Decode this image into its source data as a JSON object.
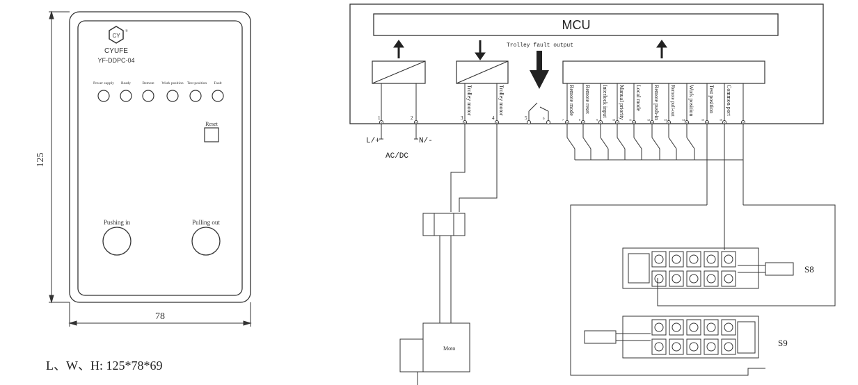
{
  "device": {
    "brand": "CYUFE",
    "model": "YF-DDPC-04",
    "indicators": [
      "Power supply",
      "Ready",
      "Remote",
      "Work position",
      "Test position",
      "Fault"
    ],
    "reset_label": "Reset",
    "push_in_label": "Pushing in",
    "pull_out_label": "Pulling out"
  },
  "dimensions": {
    "height_label": "125",
    "width_label": "78",
    "summary": "L、W、H: 125*78*69"
  },
  "wiring": {
    "mcu_label": "MCU",
    "trolley_fault_label": "Trolley fault output",
    "motor_inputs": [
      "Trolley motor",
      "Trolley motor"
    ],
    "inputs": [
      "Remote mode",
      "Remote reset",
      "Interlock input",
      "Manual priority",
      "Local mode",
      "Remote push-in",
      "Remote pull-out",
      "Work position",
      "Test position",
      "Common port"
    ],
    "terminals": [
      "1",
      "2",
      "3",
      "4",
      "5",
      "6",
      "7",
      "8",
      "9",
      "10",
      "11",
      "12",
      "13",
      "14",
      "15",
      "16"
    ],
    "power_plus": "L/+",
    "power_minus": "N/-",
    "power_type": "AC/DC",
    "motor_label": "Moto",
    "switch_s8": "S8",
    "switch_s9": "S9"
  }
}
